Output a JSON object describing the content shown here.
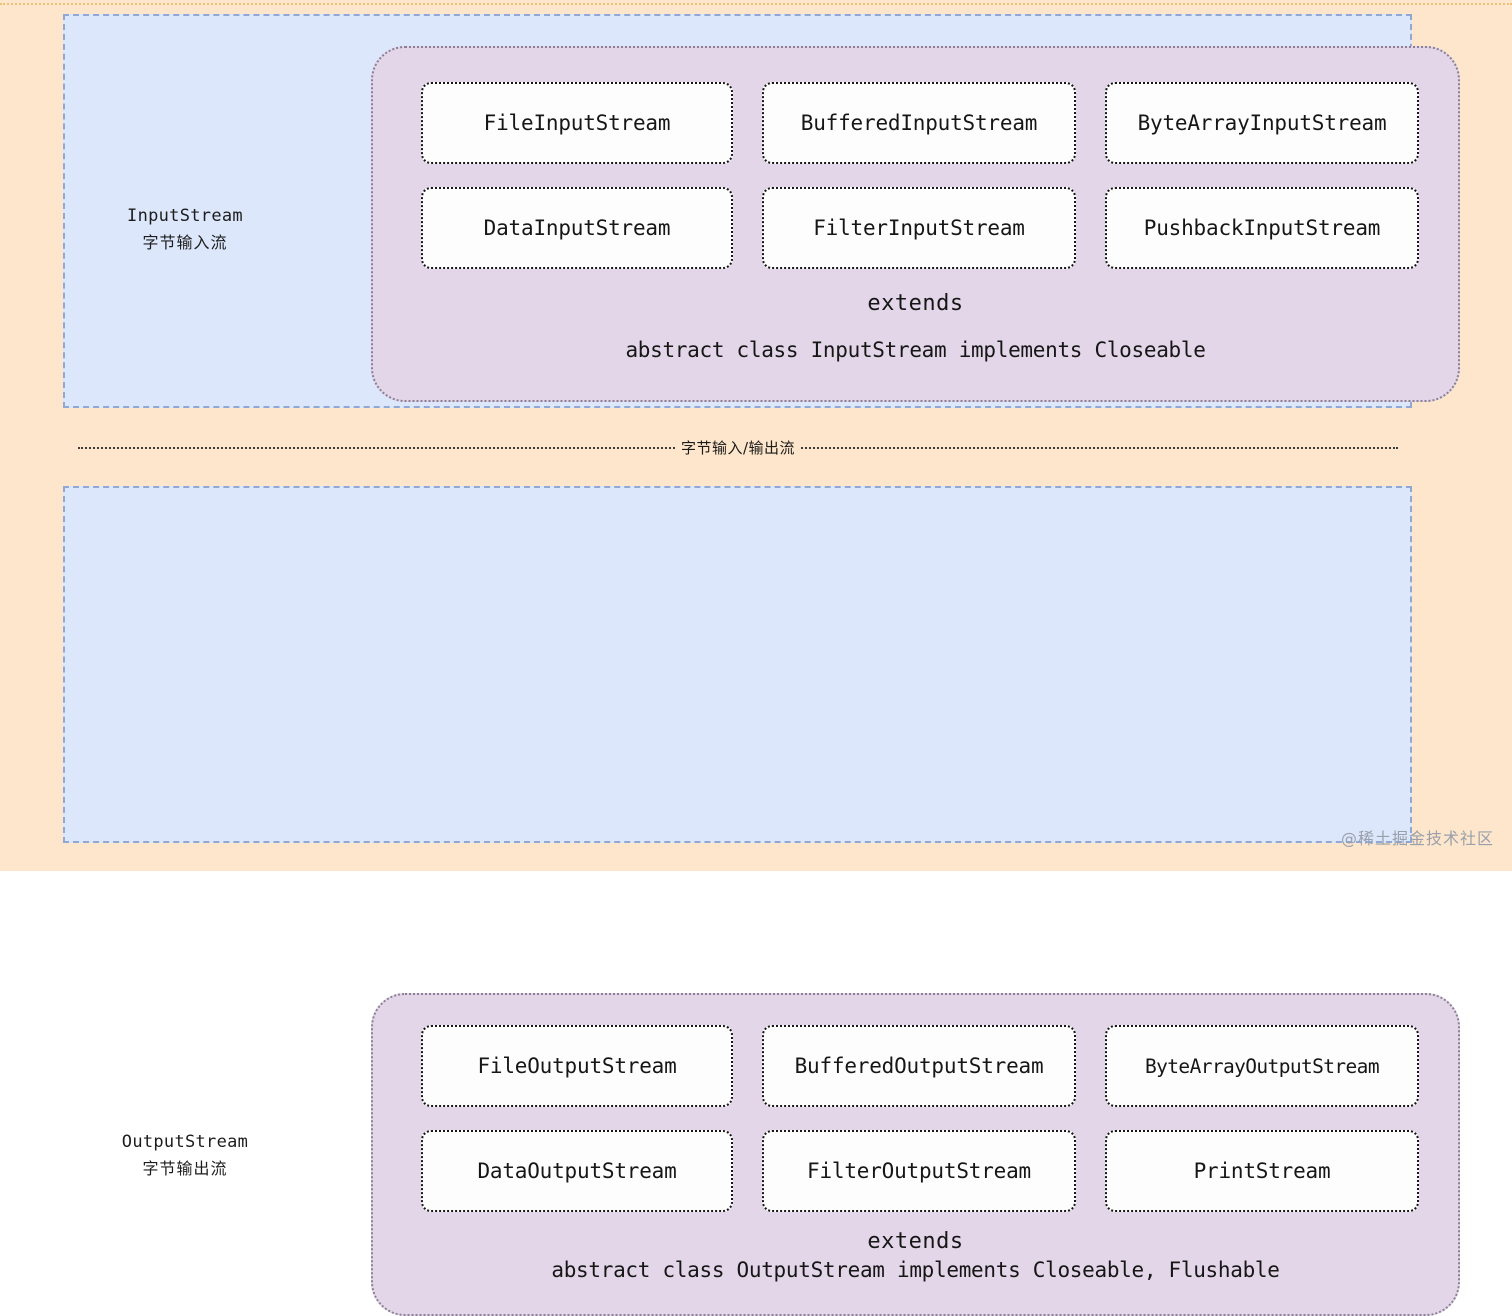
{
  "colors": {
    "page_background": "#FDE6CB",
    "section_background": "#DCE7FC",
    "section_border": "#8FA8D4",
    "panel_background": "#E2D6E8",
    "panel_border": "#8A7F93",
    "class_box_background": "#FDFDFD",
    "class_box_border": "#171717",
    "top_rule": "#E8B55A",
    "divider": "#3B3B3B",
    "watermark": "#9AA0AB"
  },
  "divider": {
    "label": "字节输入/输出流"
  },
  "watermark": {
    "text": "@稀土掘金技术社区"
  },
  "sections": [
    {
      "id": "input",
      "side_label_en": "InputStream",
      "side_label_cn": "字节输入流",
      "classes": [
        "FileInputStream",
        "BufferedInputStream",
        "ByteArrayInputStream",
        "DataInputStream",
        "FilterInputStream",
        "PushbackInputStream"
      ],
      "extends_label": "extends",
      "signature": "abstract class InputStream implements Closeable"
    },
    {
      "id": "output",
      "side_label_en": "OutputStream",
      "side_label_cn": "字节输出流",
      "classes": [
        "FileOutputStream",
        "BufferedOutputStream",
        "ByteArrayOutputStream",
        "DataOutputStream",
        "FilterOutputStream",
        "PrintStream"
      ],
      "extends_label": "extends",
      "signature": "abstract class OutputStream implements Closeable, Flushable"
    }
  ]
}
